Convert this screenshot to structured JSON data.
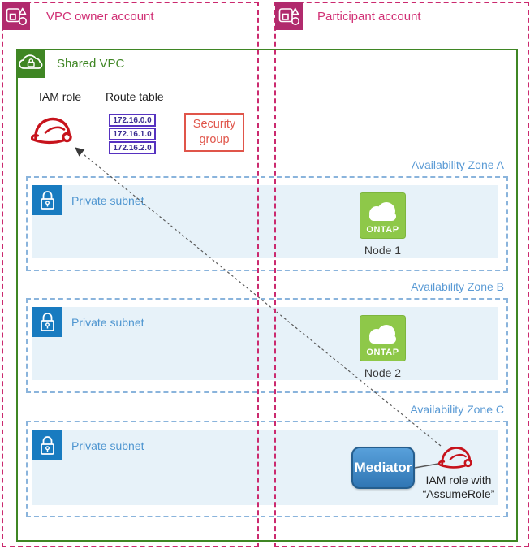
{
  "accounts": {
    "owner": {
      "label": "VPC owner account"
    },
    "participant": {
      "label": "Participant account"
    }
  },
  "vpc": {
    "label": "Shared VPC"
  },
  "resources": {
    "iam_role_label": "IAM role",
    "route_table": {
      "label": "Route table",
      "routes": [
        "172.16.0.0",
        "172.16.1.0",
        "172.16.2.0"
      ]
    },
    "security_group_label": "Security group"
  },
  "zones": [
    {
      "label": "Availability Zone A",
      "subnet_label": "Private subnet",
      "node": {
        "icon_text": "ONTAP",
        "name": "Node 1"
      }
    },
    {
      "label": "Availability Zone B",
      "subnet_label": "Private subnet",
      "node": {
        "icon_text": "ONTAP",
        "name": "Node 2"
      }
    },
    {
      "label": "Availability Zone C",
      "subnet_label": "Private subnet"
    }
  ],
  "mediator": {
    "label": "Mediator",
    "caption_line1": "IAM role with",
    "caption_line2": "“AssumeRole”"
  },
  "colors": {
    "account_pink": "#cb2a6f",
    "vpc_green": "#3f8624",
    "az_blue": "#5b9bd5",
    "subnet_fill": "#e7f2f9",
    "lock_blue": "#187bc0",
    "ontap_green": "#8ec849",
    "security_red": "#e0554a",
    "route_purple": "#5632c0",
    "iam_red": "#c7131c",
    "mediator_blue": "#3076b4"
  }
}
